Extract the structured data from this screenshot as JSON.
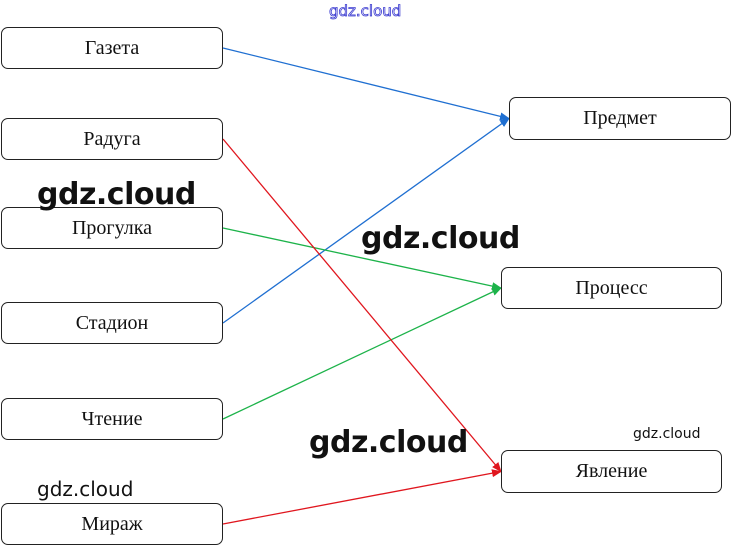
{
  "diagram": {
    "left_nodes": [
      {
        "id": "gazeta",
        "label": "Газета"
      },
      {
        "id": "raduga",
        "label": "Радуга"
      },
      {
        "id": "progulka",
        "label": "Прогулка"
      },
      {
        "id": "stadion",
        "label": "Стадион"
      },
      {
        "id": "chtenie",
        "label": "Чтение"
      },
      {
        "id": "mirazh",
        "label": "Мираж"
      }
    ],
    "right_nodes": [
      {
        "id": "predmet",
        "label": "Предмет"
      },
      {
        "id": "process",
        "label": "Процесс"
      },
      {
        "id": "yavlenie",
        "label": "Явление"
      }
    ],
    "edges": [
      {
        "from": "gazeta",
        "to": "predmet",
        "color": "#1f6fd1"
      },
      {
        "from": "stadion",
        "to": "predmet",
        "color": "#1f6fd1"
      },
      {
        "from": "progulka",
        "to": "process",
        "color": "#1db34a"
      },
      {
        "from": "chtenie",
        "to": "process",
        "color": "#1db34a"
      },
      {
        "from": "raduga",
        "to": "yavlenie",
        "color": "#e0161e"
      },
      {
        "from": "mirazh",
        "to": "yavlenie",
        "color": "#e0161e"
      }
    ]
  },
  "watermarks": {
    "top": "gdz.cloud",
    "left_middle": "gdz.cloud",
    "center": "gdz.cloud",
    "lower_center": "gdz.cloud",
    "lower_left": "gdz.cloud",
    "right_small": "gdz.cloud"
  }
}
